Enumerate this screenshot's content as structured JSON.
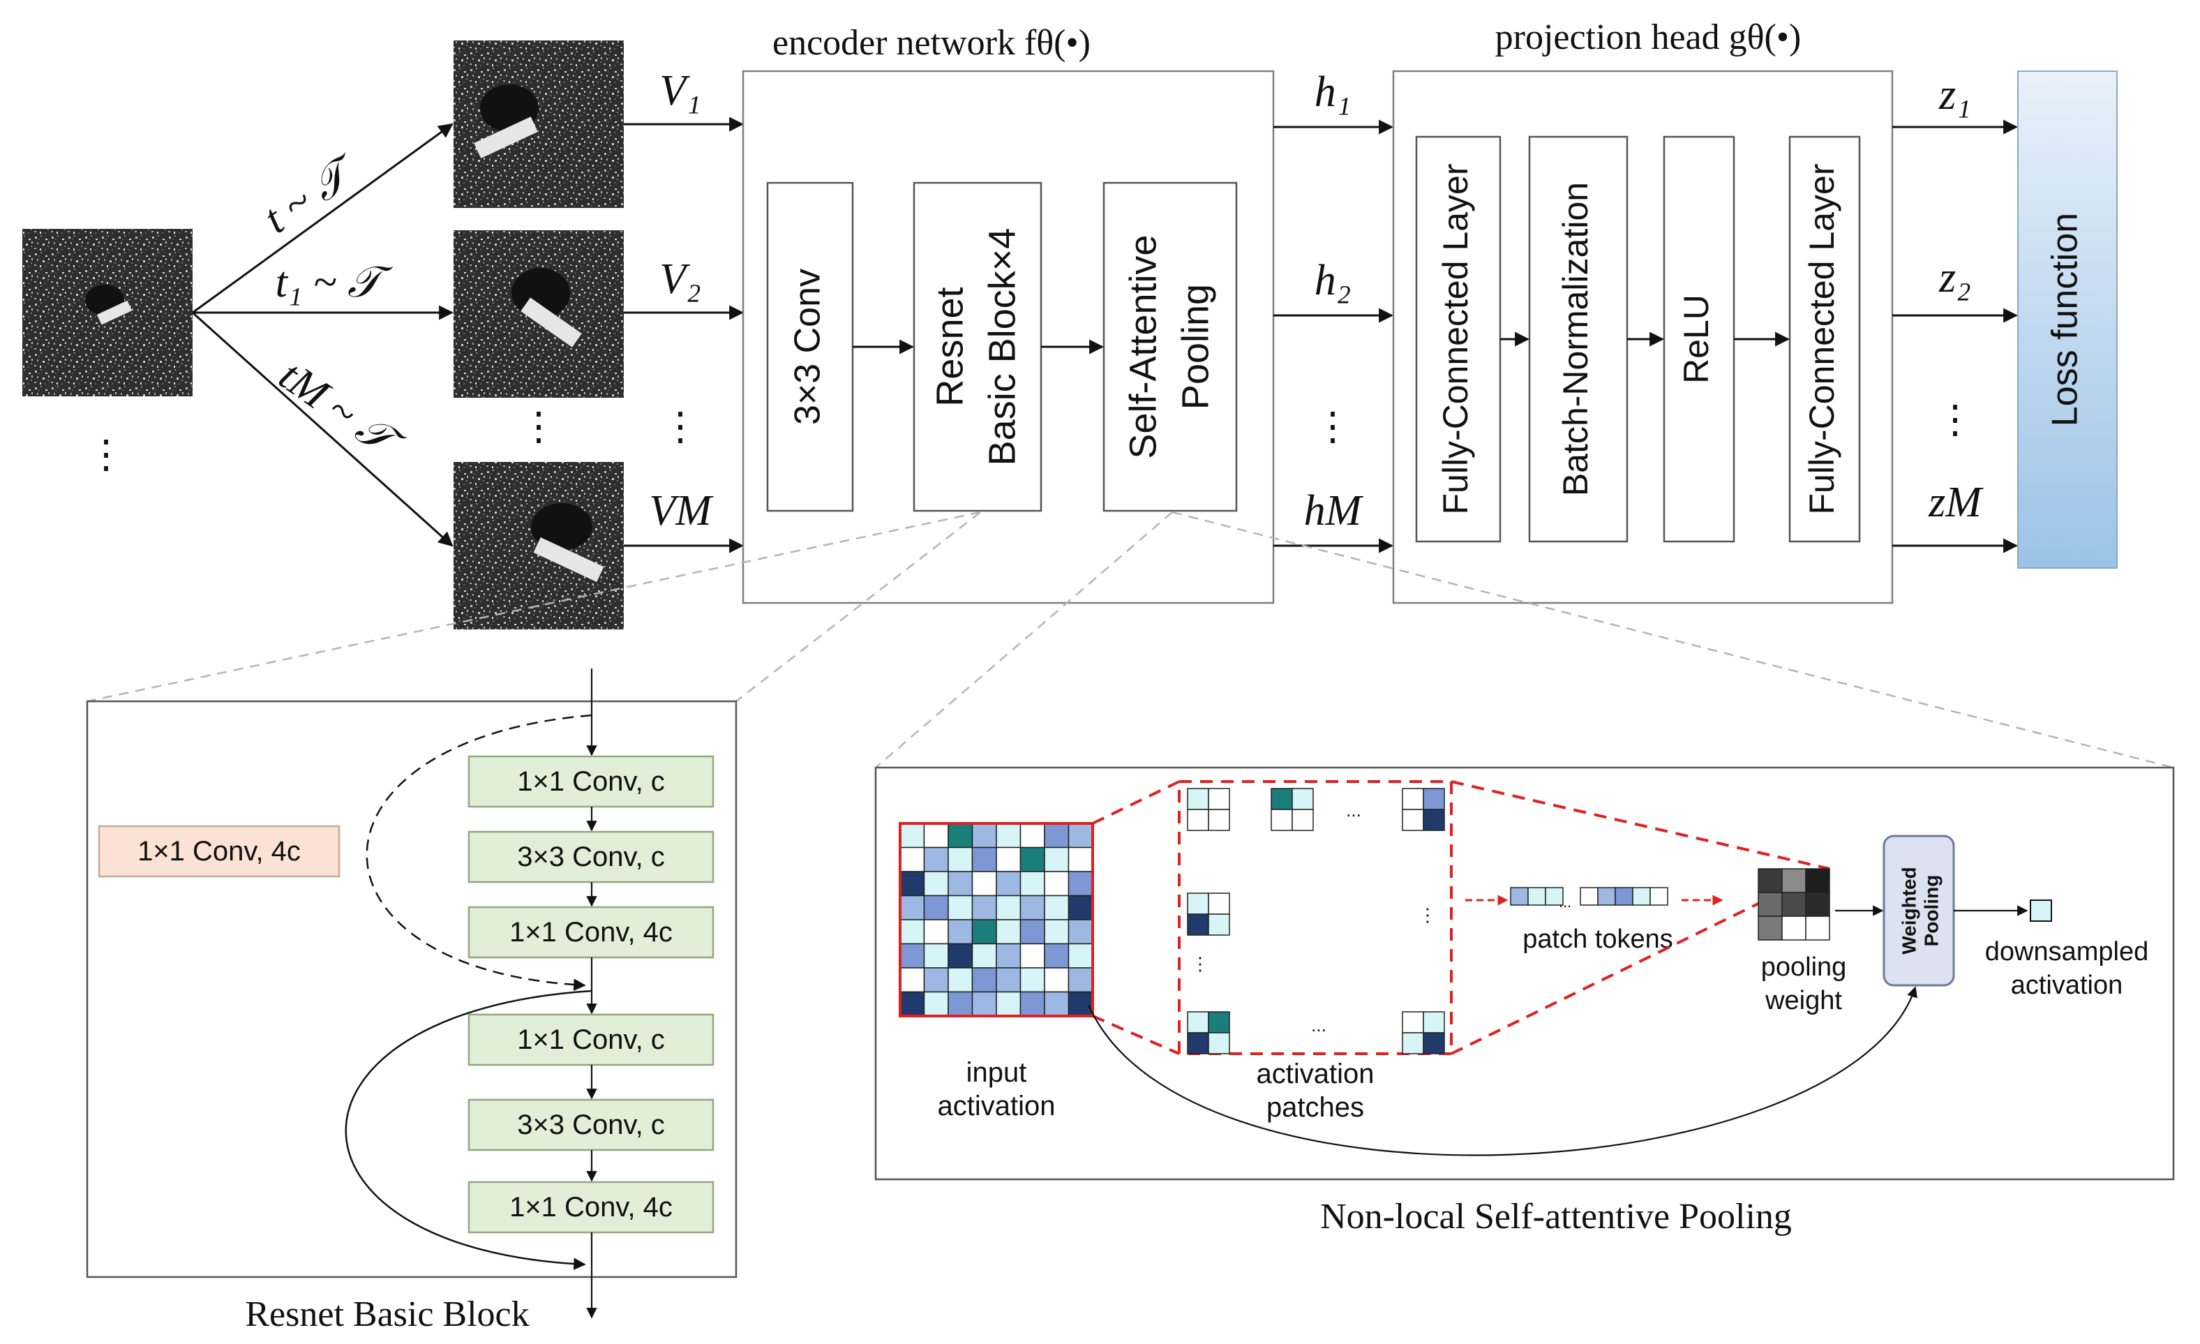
{
  "top": {
    "t_T": "t ~ 𝒯",
    "t1_T": "t₁ ~ 𝒯",
    "tM_T": "tM ~ 𝒯",
    "v1": "V₁",
    "v2": "V₂",
    "vM": "VM",
    "h1": "h₁",
    "h2": "h₂",
    "hM": "hM",
    "z1": "z₁",
    "z2": "z₂",
    "zM": "zM",
    "dots_v": "⋮",
    "encoder_title": "encoder network fθ(•)",
    "projection_title": "projection head gθ(•)"
  },
  "encoder": {
    "conv": "3×3 Conv",
    "resnet_line1": "Resnet",
    "resnet_line2": "Basic Block×4",
    "pool_line1": "Self-Attentive",
    "pool_line2": "Pooling"
  },
  "projection": {
    "fc1": "Fully-Connected Layer",
    "bn": "Batch-Normalization",
    "relu": "ReLU",
    "fc2": "Fully-Connected Layer"
  },
  "loss": "Loss function",
  "resnet_block": {
    "caption": "Resnet Basic Block",
    "shortcut": "1×1 Conv, 4c",
    "layers": [
      "1×1 Conv, c",
      "3×3 Conv, c",
      "1×1 Conv, 4c",
      "1×1 Conv, c",
      "3×3 Conv, c",
      "1×1 Conv, 4c"
    ]
  },
  "pooling": {
    "caption": "Non-local Self-attentive Pooling",
    "input_line1": "input",
    "input_line2": "activation",
    "patches_line1": "activation",
    "patches_line2": "patches",
    "patch_tokens": "patch tokens",
    "weight_line1": "pooling",
    "weight_line2": "weight",
    "weighted_line1": "Weighted",
    "weighted_line2": "Pooling",
    "down_line1": "downsampled",
    "down_line2": "activation",
    "ellipsis_h": "...",
    "ellipsis_v": "⋮"
  },
  "colors": {
    "loss_top": "#e9f1fa",
    "loss_bottom": "#9cc3e6",
    "teal": "#1a7f7a",
    "navy": "#1f3a6b",
    "blue": "#7e98d6",
    "light_blue": "#9db8e3",
    "cyan": "#d7f4f7",
    "red": "#e02020"
  }
}
